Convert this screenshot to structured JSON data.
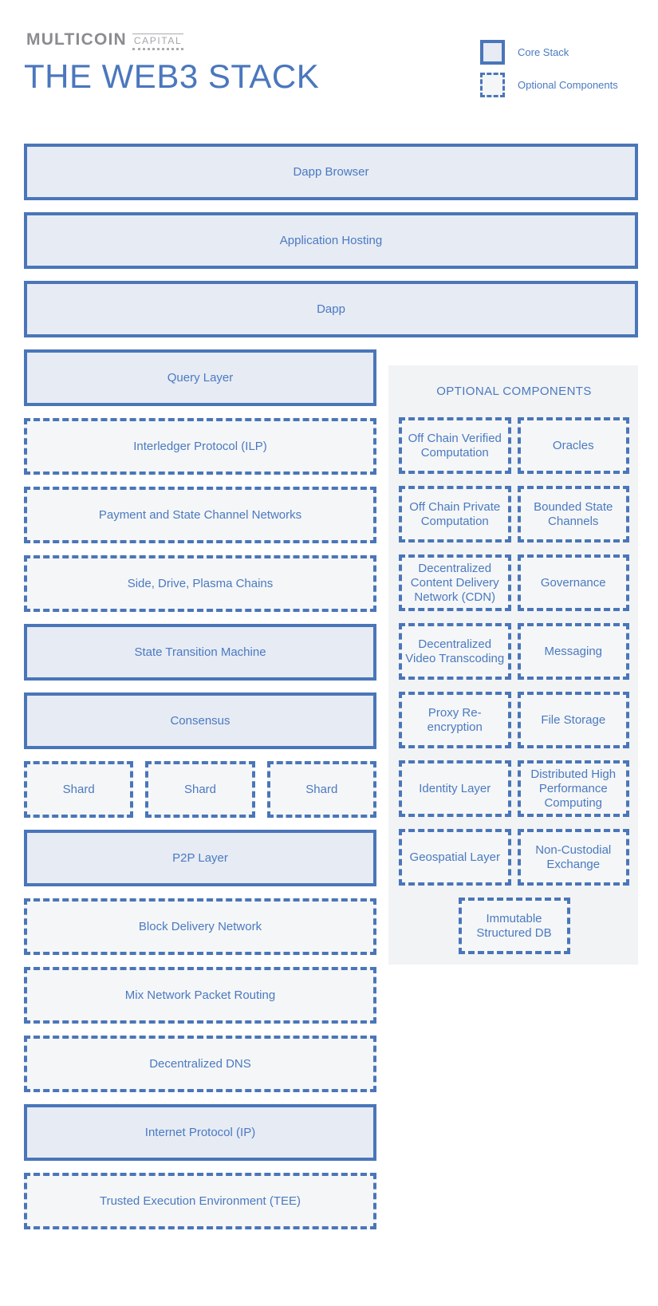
{
  "header": {
    "logo_primary": "MULTICOIN",
    "logo_secondary": "CAPITAL",
    "title": "THE WEB3 STACK"
  },
  "legend": {
    "core_label": "Core Stack",
    "optional_label": "Optional Components"
  },
  "colors": {
    "accent_blue": "#4a76b9",
    "text_blue": "#4a7ac1",
    "core_fill": "#e7ebf4",
    "optional_fill": "#f5f6f7",
    "panel_bg": "#f2f3f5",
    "logo_gray": "#8b8b90",
    "title_blue": "#4a77bd"
  },
  "stack": {
    "full_width": [
      {
        "label": "Dapp Browser",
        "type": "core"
      },
      {
        "label": "Application Hosting",
        "type": "core"
      },
      {
        "label": "Dapp",
        "type": "core"
      }
    ],
    "left_column": [
      {
        "label": "Query Layer",
        "type": "core"
      },
      {
        "label": "Interledger Protocol (ILP)",
        "type": "optional"
      },
      {
        "label": "Payment and State Channel Networks",
        "type": "optional"
      },
      {
        "label": "Side, Drive, Plasma Chains",
        "type": "optional"
      },
      {
        "label": "State Transition Machine",
        "type": "core"
      },
      {
        "label": "Consensus",
        "type": "core"
      },
      {
        "label": "Shard",
        "type": "optional"
      },
      {
        "label": "Shard",
        "type": "optional"
      },
      {
        "label": "Shard",
        "type": "optional"
      },
      {
        "label": "P2P Layer",
        "type": "core"
      },
      {
        "label": "Block Delivery Network",
        "type": "optional"
      },
      {
        "label": "Mix Network Packet Routing",
        "type": "optional"
      },
      {
        "label": "Decentralized DNS",
        "type": "optional"
      },
      {
        "label": "Internet Protocol (IP)",
        "type": "core"
      },
      {
        "label": "Trusted Execution Environment (TEE)",
        "type": "optional"
      }
    ]
  },
  "optional_panel": {
    "title": "OPTIONAL COMPONENTS",
    "rows": [
      {
        "left": "Off Chain Verified Computation",
        "right": "Oracles"
      },
      {
        "left": "Off Chain Private Computation",
        "right": "Bounded State Channels"
      },
      {
        "left": "Decentralized Content Delivery Network (CDN)",
        "right": "Governance"
      },
      {
        "left": "Decentralized Video Transcoding",
        "right": "Messaging"
      },
      {
        "left": "Proxy Re-encryption",
        "right": "File Storage"
      },
      {
        "left": "Identity Layer",
        "right": "Distributed High Performance Computing"
      },
      {
        "left": "Geospatial Layer",
        "right": "Non-Custodial Exchange"
      }
    ],
    "footer": "Immutable Structured DB"
  }
}
